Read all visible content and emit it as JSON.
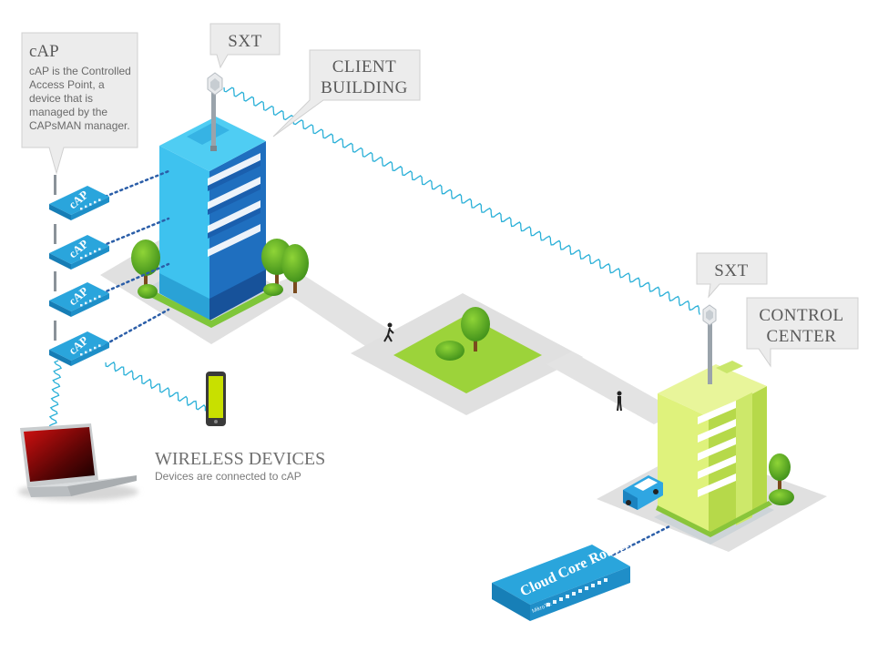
{
  "cap_callout": {
    "title": "cAP",
    "desc_lines": [
      "cAP is the Controlled",
      "Access Point, a",
      "device that is",
      "managed by the",
      "CAPsMAN manager."
    ]
  },
  "sxt_client": {
    "label": "SXT"
  },
  "sxt_control": {
    "label": "SXT"
  },
  "client_building": {
    "line1": "CLIENT",
    "line2": "BUILDING"
  },
  "control_center": {
    "line1": "CONTROL",
    "line2": "CENTER"
  },
  "wireless_devices": {
    "title": "WIRELESS DEVICES",
    "desc": "Devices are connected to cAP"
  },
  "cap_device_label": "cAP",
  "router": {
    "label": "Cloud Core Router",
    "brand": "MikroTik"
  },
  "icons": {
    "cap": "access-point-icon",
    "laptop": "laptop-icon",
    "phone": "smartphone-icon",
    "sxt": "antenna-icon",
    "router": "router-icon",
    "car": "car-icon",
    "person": "person-icon",
    "tree": "tree-icon"
  },
  "colors": {
    "client_building": "#2f9fdc",
    "control_building": "#c9e66a",
    "cap_device": "#1f95d4",
    "router": "#1e9ad6",
    "link_wireless": "#2ab0d8",
    "link_wired": "#2b5ea8",
    "grass": "#8fcc2c",
    "road": "#e3e3e3"
  }
}
